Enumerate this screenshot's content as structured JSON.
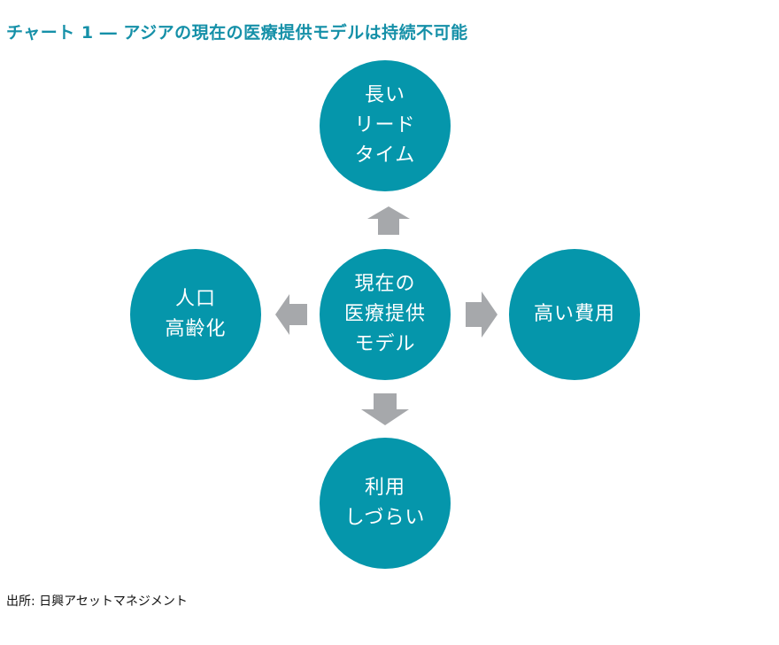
{
  "title": "チャート 1 ― アジアの現在の医療提供モデルは持続不可能",
  "colors": {
    "title": "#1590a8",
    "circle": "#0596ab",
    "arrow": "#a6a8ab"
  },
  "center": {
    "lines": [
      "現在の",
      "医療提供",
      "モデル"
    ]
  },
  "top": {
    "lines": [
      "長い",
      "リード",
      "タイム"
    ]
  },
  "left": {
    "lines": [
      "人口",
      "高齢化"
    ]
  },
  "right": {
    "lines": [
      "高い費用"
    ]
  },
  "bottom": {
    "lines": [
      "利用",
      "しづらい"
    ]
  },
  "arrows": {
    "up": "arrow-up-icon",
    "down": "arrow-down-icon",
    "left": "arrow-left-icon",
    "right": "arrow-right-icon"
  },
  "source": "出所: 日興アセットマネジメント"
}
